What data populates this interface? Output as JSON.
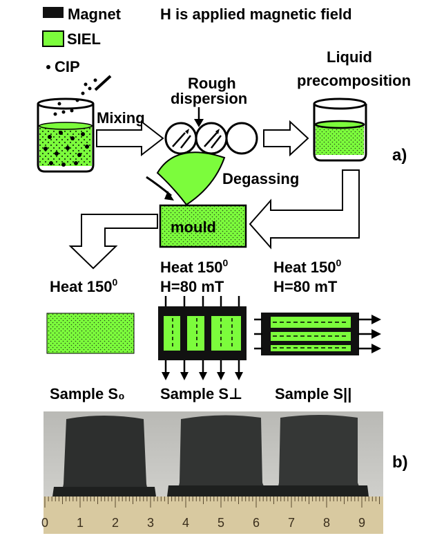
{
  "legend": {
    "magnet": "Magnet",
    "field_note": "H is applied magnetic field",
    "siel": "SIEL",
    "cip": "CIP"
  },
  "process": {
    "mixing": "Mixing",
    "rough_dispersion_1": "Rough",
    "rough_dispersion_2": "dispersion",
    "liquid_1": "Liquid",
    "liquid_2": "precomposition",
    "degassing": "Degassing",
    "mould": "mould",
    "panel_a": "a)",
    "panel_b": "b)"
  },
  "samples": [
    {
      "heat": "Heat 150",
      "sup": "0",
      "field": "",
      "name": "Sample S₀"
    },
    {
      "heat": "Heat 150",
      "sup": "0",
      "field": "H=80 mT",
      "name": "Sample S⊥"
    },
    {
      "heat": "Heat 150",
      "sup": "0",
      "field": "H=80 mT",
      "name": "Sample S||"
    }
  ],
  "ruler": {
    "ticks": [
      "0",
      "1",
      "2",
      "3",
      "4",
      "5",
      "6",
      "7",
      "8",
      "9"
    ]
  },
  "colors": {
    "siel_green": "#7CFC3C",
    "magnet_black": "#111111",
    "photo_bg": "#c8c8c4",
    "ruler": "#d8c9a0"
  }
}
